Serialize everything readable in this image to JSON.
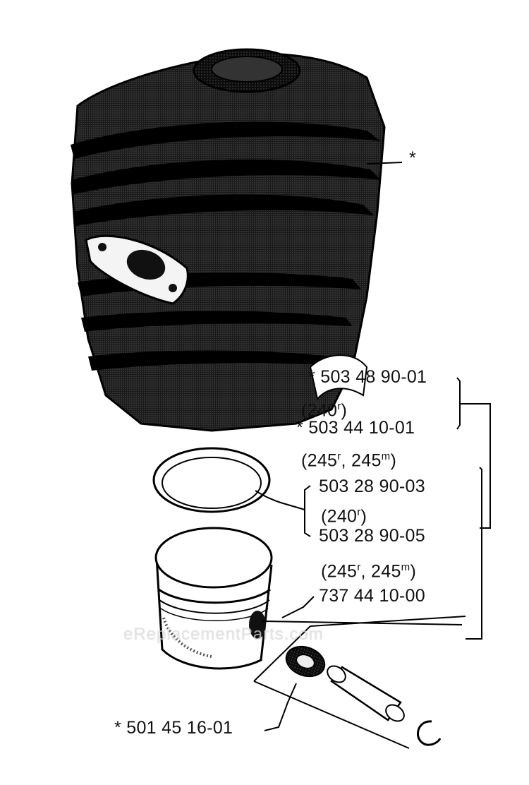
{
  "diagram": {
    "labels": {
      "cylinder_asterisk": "*",
      "part_1": "*  503 48 90-01",
      "model_1": "(240",
      "model_1_sup": "r",
      "model_1_close": ")",
      "part_2": "*  503 44 10-01",
      "model_2": "(245",
      "model_2_sup_a": "r",
      "model_2_mid": ", 245",
      "model_2_sup_b": "m",
      "model_2_close": ")",
      "part_3": "503 28 90-03",
      "model_3": "(240",
      "model_3_sup": "r",
      "model_3_close": ")",
      "part_4": "503 28 90-05",
      "model_4": "(245",
      "model_4_sup_a": "r",
      "model_4_mid": ", 245",
      "model_4_sup_b": "m",
      "model_4_close": ")",
      "part_5": "737 44 10-00",
      "part_6": "*  501 45 16-01"
    },
    "watermark": "eReplacementParts.com",
    "colors": {
      "ink": "#111111",
      "paper": "#ffffff"
    }
  }
}
